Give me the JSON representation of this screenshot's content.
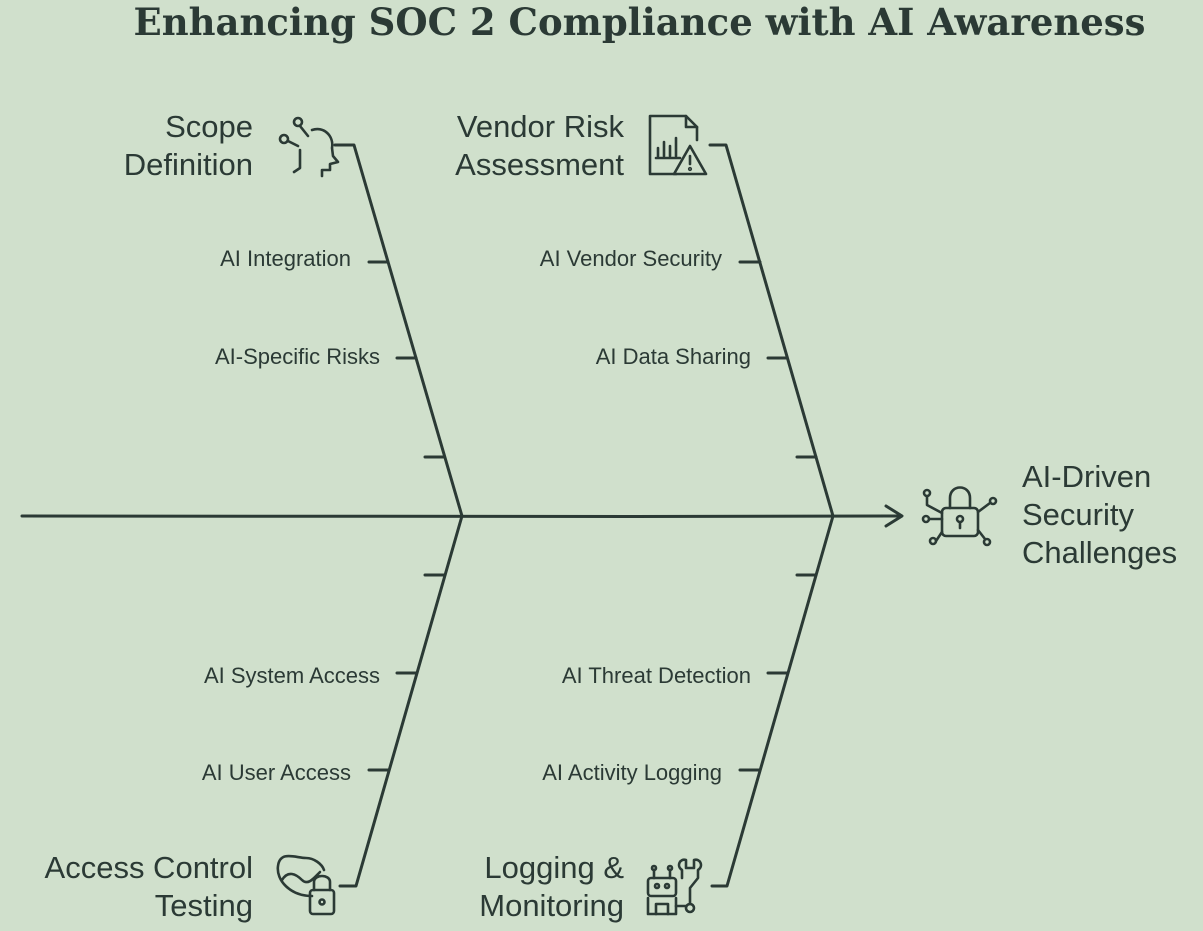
{
  "title": "Enhancing SOC 2 Compliance with AI Awareness",
  "head": {
    "label_lines": [
      "AI-Driven",
      "Security",
      "Challenges"
    ],
    "icon": "circuit-lock-icon"
  },
  "categories": [
    {
      "id": "scope",
      "label_lines": [
        "Scope",
        "Definition"
      ],
      "icon": "ai-head-icon",
      "causes": [
        "AI Integration",
        "AI-Specific Risks"
      ]
    },
    {
      "id": "vendor",
      "label_lines": [
        "Vendor Risk",
        "Assessment"
      ],
      "icon": "report-warning-icon",
      "causes": [
        "AI Vendor Security",
        "AI Data Sharing"
      ]
    },
    {
      "id": "access",
      "label_lines": [
        "Access Control",
        "Testing"
      ],
      "icon": "ai-lock-icon",
      "causes": [
        "AI System Access",
        "AI User Access"
      ]
    },
    {
      "id": "logging",
      "label_lines": [
        "Logging &",
        "Monitoring"
      ],
      "icon": "robot-wrench-icon",
      "causes": [
        "AI Threat Detection",
        "AI Activity Logging"
      ]
    }
  ],
  "colors": {
    "background": "#d0e0cc",
    "ink": "#2b3a35"
  }
}
